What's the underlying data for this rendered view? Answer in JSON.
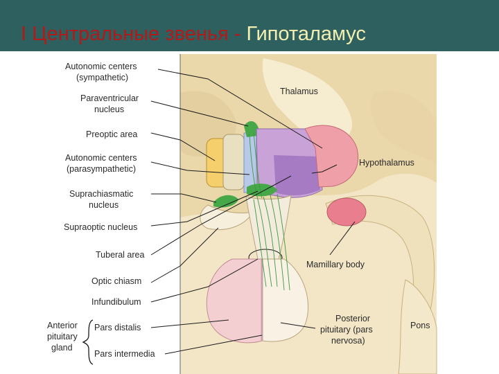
{
  "slide": {
    "title_prefix": "I  Центральные звенья - ",
    "title_highlight": "Гипоталамус"
  },
  "colors": {
    "header_bg": "#2e6060",
    "title_prefix": "#b21a1a",
    "title_highlight": "#f3efb0"
  },
  "figure": {
    "left_labels": {
      "autonomic_sym_1": "Autonomic centers",
      "autonomic_sym_2": "(sympathetic)",
      "paraventricular_1": "Paraventricular",
      "paraventricular_2": "nucleus",
      "preoptic": "Preoptic area",
      "autonomic_para_1": "Autonomic centers",
      "autonomic_para_2": "(parasympathetic)",
      "suprachiasmatic_1": "Suprachiasmatic",
      "suprachiasmatic_2": "nucleus",
      "supraoptic": "Supraoptic nucleus",
      "tuberal": "Tuberal area",
      "optic_chiasm": "Optic chiasm",
      "infundibulum": "Infundibulum",
      "anterior_1": "Anterior",
      "anterior_2": "pituitary",
      "anterior_3": "gland",
      "pars_distalis": "Pars distalis",
      "pars_intermedia": "Pars intermedia"
    },
    "inner_labels": {
      "thalamus": "Thalamus",
      "hypothalamus": "Hypothalamus",
      "mamillary": "Mamillary body",
      "posterior_1": "Posterior",
      "posterior_2": "pituitary (pars",
      "posterior_3": "nervosa)",
      "pons": "Pons"
    }
  }
}
